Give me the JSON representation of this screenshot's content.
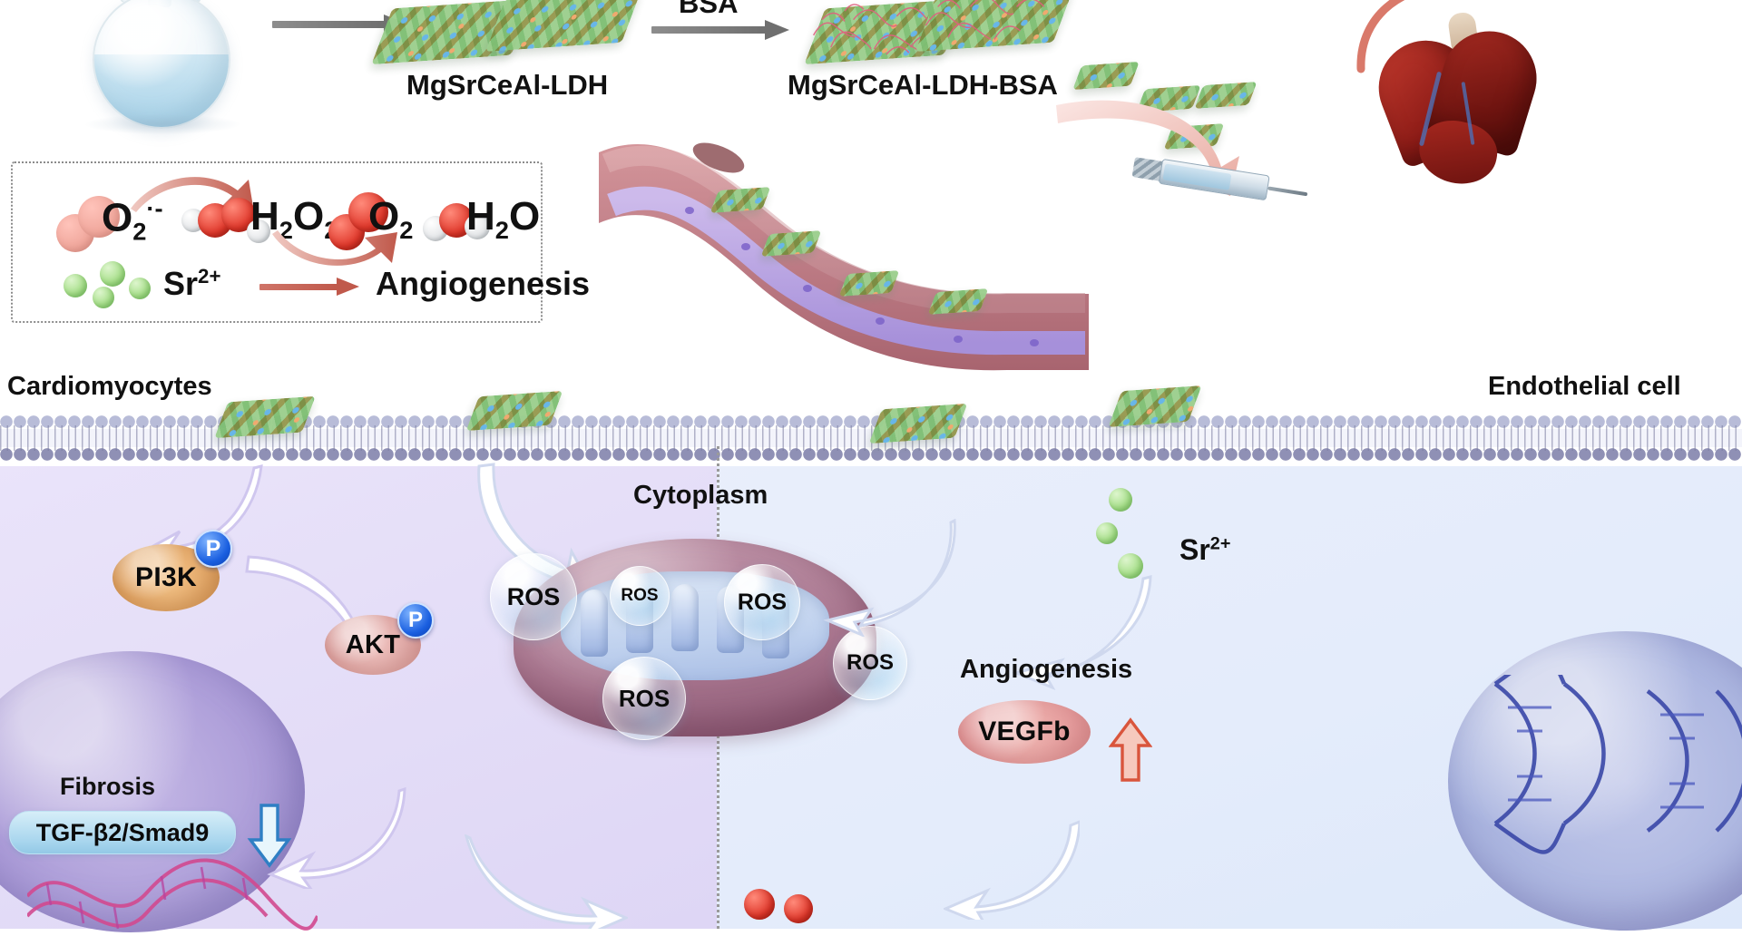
{
  "synthesis": {
    "product_label": "MgSrCeAl-LDH",
    "conjugate_label": "MgSrCeAl-LDH-BSA",
    "bsa_step_label": "BSA",
    "flask_name": "reaction-flask",
    "arrow1_name": "synthesis-arrow",
    "arrow2_name": "bsa-conjugation-arrow"
  },
  "legend": {
    "ros_cascade": [
      {
        "id": "superoxide",
        "formula_main": "O",
        "sub": "2",
        "sup": "·-"
      },
      {
        "id": "hydrogen-peroxide",
        "formula_main": "H",
        "sub1": "2",
        "mid": "O",
        "sub2": "2"
      },
      {
        "id": "oxygen",
        "formula_main": "O",
        "sub": "2"
      },
      {
        "id": "water",
        "formula_main": "H",
        "sub1": "2",
        "mid": "O"
      }
    ],
    "sr_ion": {
      "symbol": "Sr",
      "charge": "2+"
    },
    "sr_effect": "Angiogenesis"
  },
  "cells": {
    "left_cell_label": "Cardiomyocytes",
    "right_cell_label": "Endothelial cell",
    "cytoplasm_label": "Cytoplasm",
    "sr_label": {
      "symbol": "Sr",
      "charge": "2+"
    }
  },
  "pathway_left": {
    "pi3k": "PI3K",
    "akt": "AKT",
    "phospho_badge": "P",
    "fibrosis_label": "Fibrosis",
    "tgf_badge": "TGF-β2/Smad9",
    "tgf_direction": "down"
  },
  "pathway_right": {
    "angiogenesis_label": "Angiogenesis",
    "vegfb": "VEGFb",
    "vegfb_direction": "up"
  },
  "ros_bubbles": [
    {
      "label": "ROS",
      "size": "large"
    },
    {
      "label": "ROS",
      "size": "small"
    },
    {
      "label": "ROS",
      "size": "medium"
    },
    {
      "label": "ROS",
      "size": "medium"
    },
    {
      "label": "ROS",
      "size": "large"
    }
  ],
  "colors": {
    "ldh_green": "#7fbf74",
    "ldh_orange": "#f0a96f",
    "ldh_blue": "#68b6e8",
    "bsa_pink": "#e0607f",
    "red_arrow": "#c0594b",
    "phosphate_blue": "#1a5fe0",
    "pi3k_orange": "#e4a869",
    "akt_pink": "#e0a8a6",
    "vegfb_pink": "#e3999a",
    "tgf_badge_blue": "#a9d6ee",
    "cyto_left_purple": "#e3dcf7",
    "cyto_right_blue": "#e4ecfb",
    "membrane_purple": "#8f90b5",
    "mito_mauve": "#a8758e",
    "heart_red": "#8e1c17",
    "sr_green": "#a9e08c"
  }
}
